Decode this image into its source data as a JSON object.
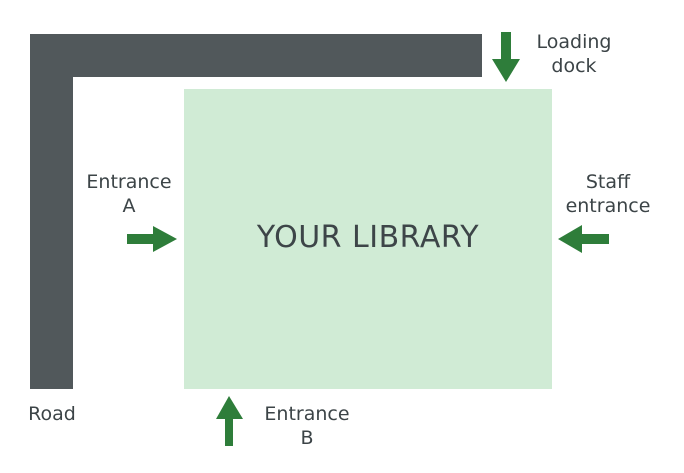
{
  "diagram": {
    "title": "YOUR LIBRARY",
    "colors": {
      "road": "#51585b",
      "library": "#d0ebd5",
      "arrow": "#2e7d3a",
      "text": "#3c4447"
    },
    "road": {
      "label": "Road"
    },
    "entrances": [
      {
        "id": "loading-dock",
        "line1": "Loading",
        "line2": "dock",
        "direction": "down"
      },
      {
        "id": "entrance-a",
        "line1": "Entrance",
        "line2": "A",
        "direction": "right"
      },
      {
        "id": "staff-entrance",
        "line1": "Staff",
        "line2": "entrance",
        "direction": "left"
      },
      {
        "id": "entrance-b",
        "line1": "Entrance",
        "line2": "B",
        "direction": "up"
      }
    ]
  }
}
